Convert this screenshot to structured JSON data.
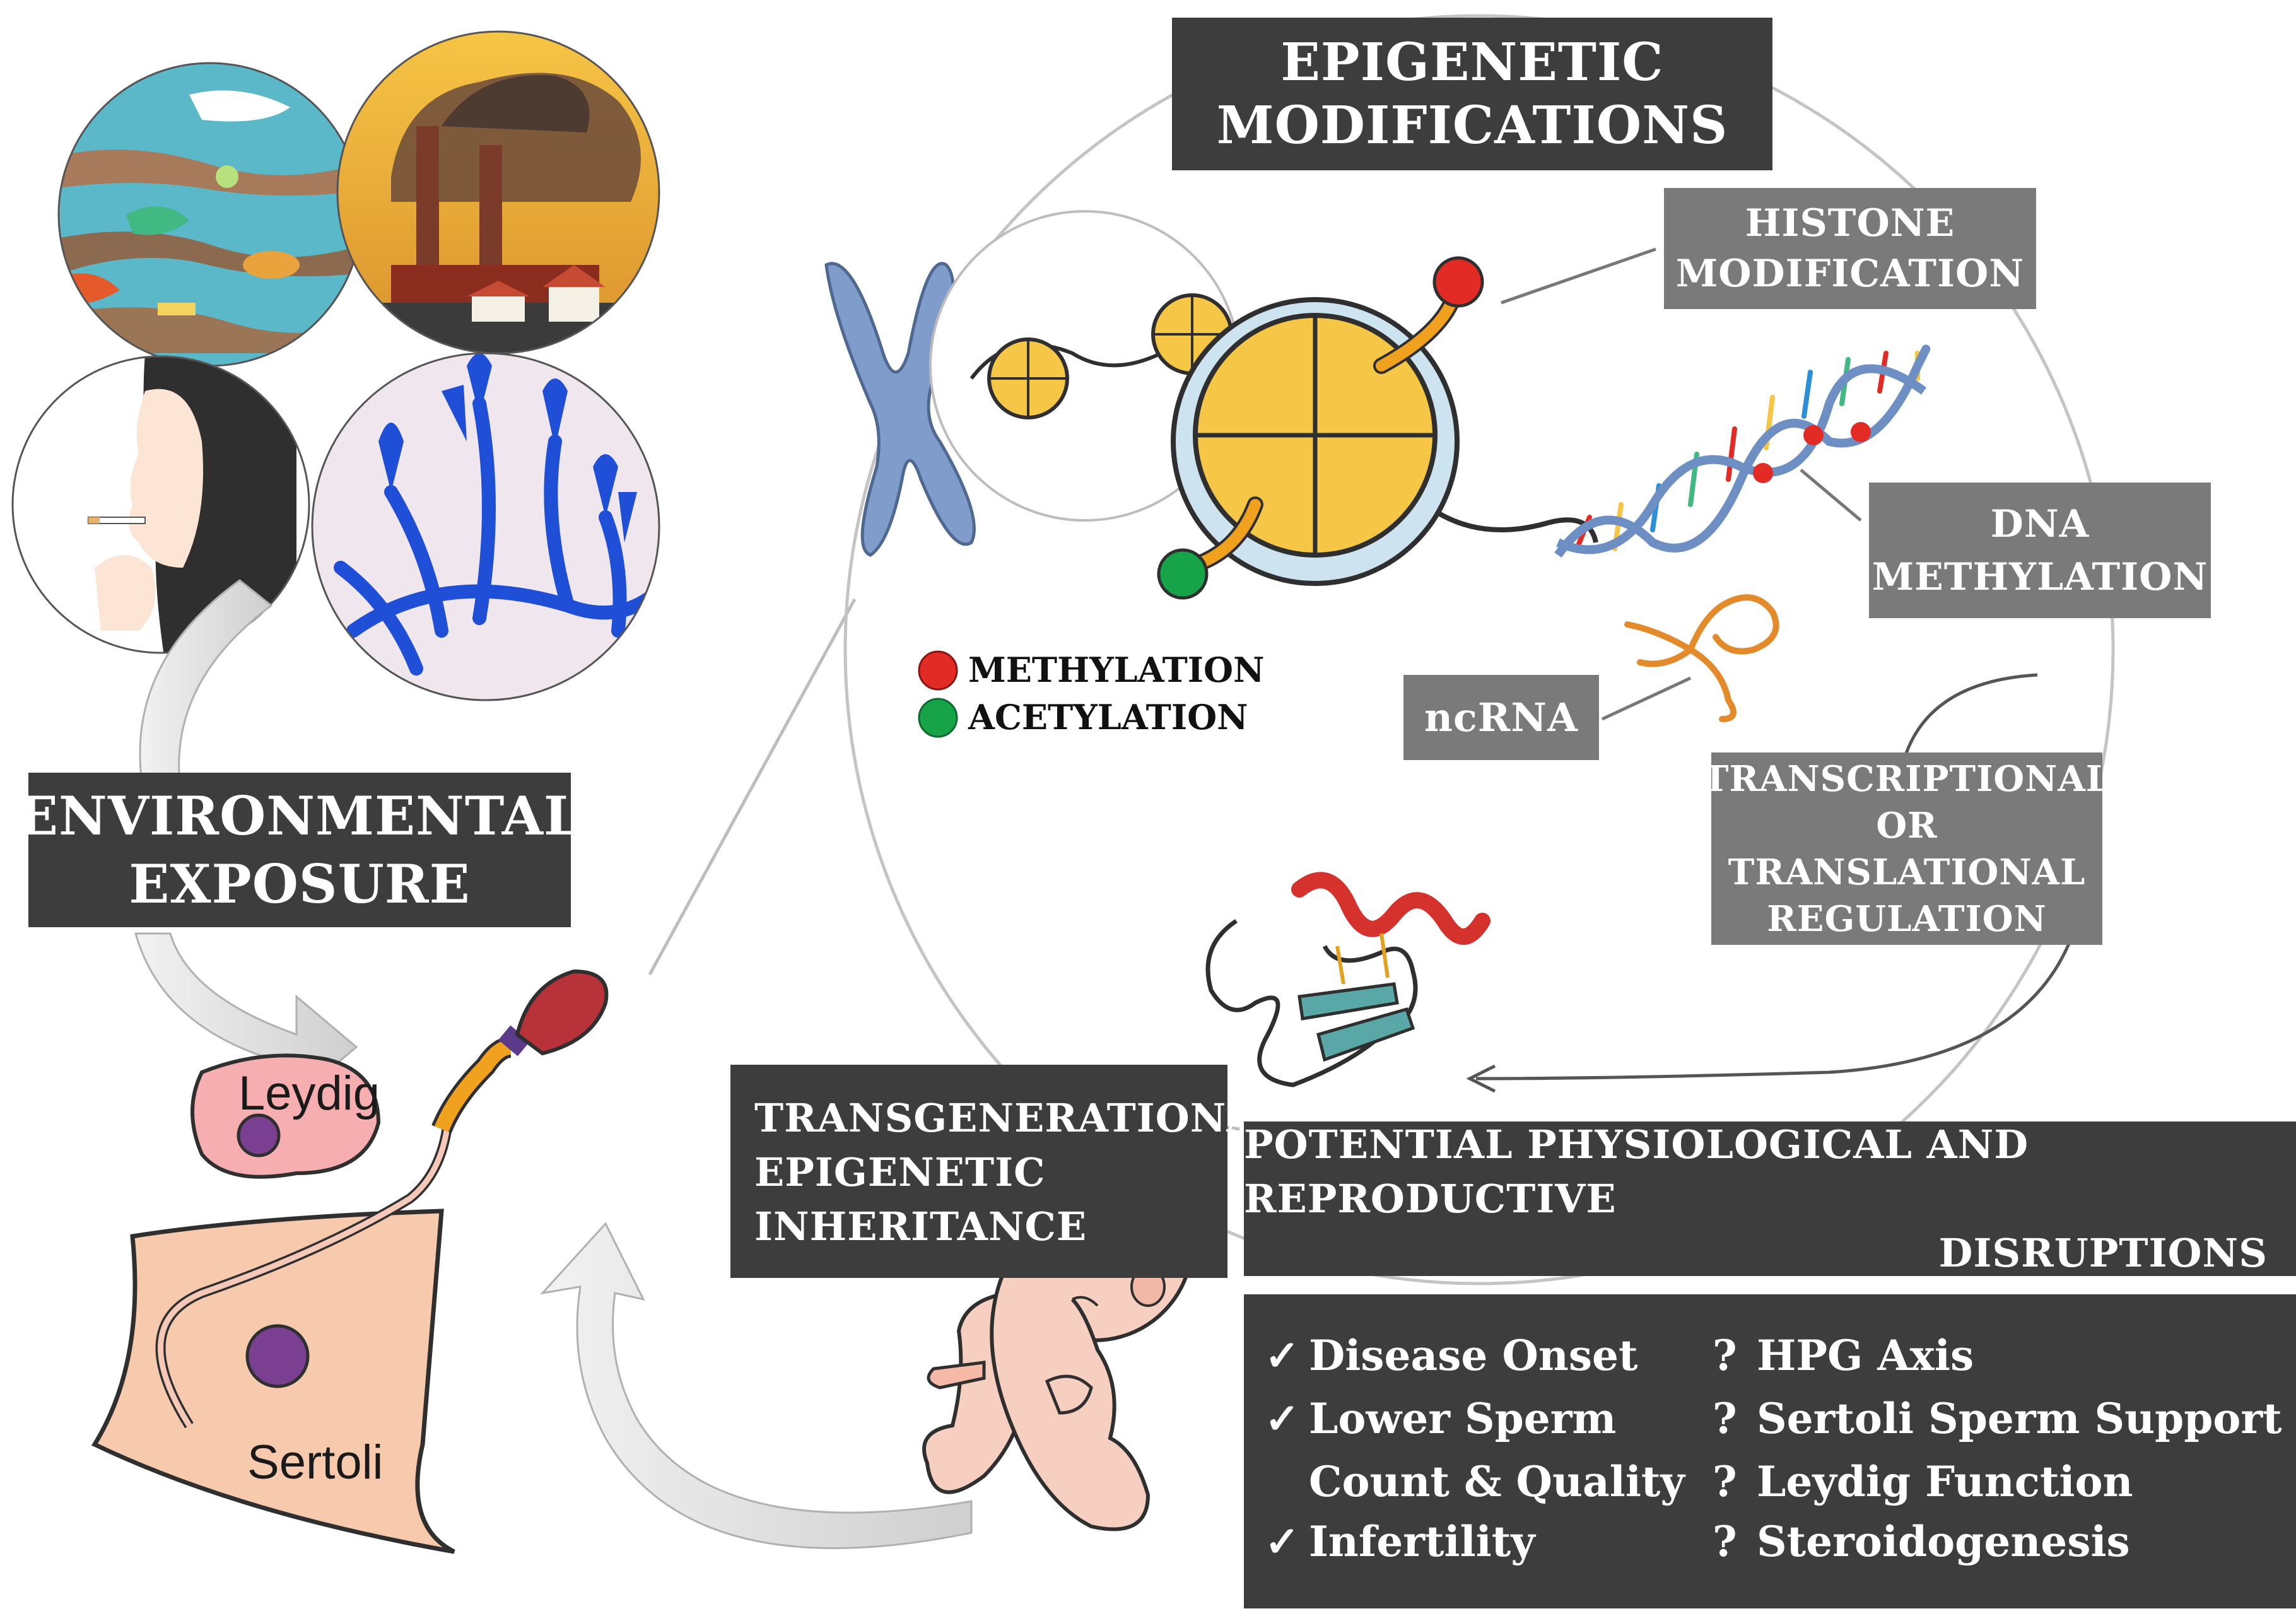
{
  "titles": {
    "epigenetic": [
      "EPIGENETIC",
      "MODIFICATIONS"
    ],
    "environmental": [
      "ENVIRONMENTAL",
      "EXPOSURE"
    ],
    "transgenerational": [
      "TRANSGENERATIONAL",
      "EPIGENETIC",
      "INHERITANCE"
    ],
    "potential": [
      "POTENTIAL PHYSIOLOGICAL AND REPRODUCTIVE",
      "DISRUPTIONS"
    ]
  },
  "modifications": {
    "histone": [
      "HISTONE",
      "MODIFICATION"
    ],
    "dna": [
      "DNA",
      "METHYLATION"
    ],
    "ncrna": "ncRNA",
    "regulation": [
      "TRANSCRIPTIONAL",
      "OR TRANSLATIONAL",
      "REGULATION"
    ]
  },
  "legend": [
    {
      "label": "METHYLATION",
      "color": "#e32b26"
    },
    {
      "label": "ACETYLATION",
      "color": "#17a348"
    }
  ],
  "cells": {
    "leydig": "Leydig",
    "sertoli": "Sertoli"
  },
  "outcomes": {
    "confirmed_marker": "✓",
    "uncertain_marker": "?",
    "confirmed": [
      "Disease Onset",
      "Lower Sperm",
      "Count & Quality",
      "Infertility"
    ],
    "uncertain": [
      "HPG Axis",
      "Sertoli Sperm Support",
      "Leydig Function",
      "Steroidogenesis"
    ]
  },
  "colors": {
    "dark_box": "#3d3d3d",
    "grey_box": "#7a7a7a",
    "nucleosome": "#f6c646",
    "chromosome": "#7f9ccb",
    "sperm_head": "#b8323a",
    "fungus": "#1f4fd6"
  }
}
